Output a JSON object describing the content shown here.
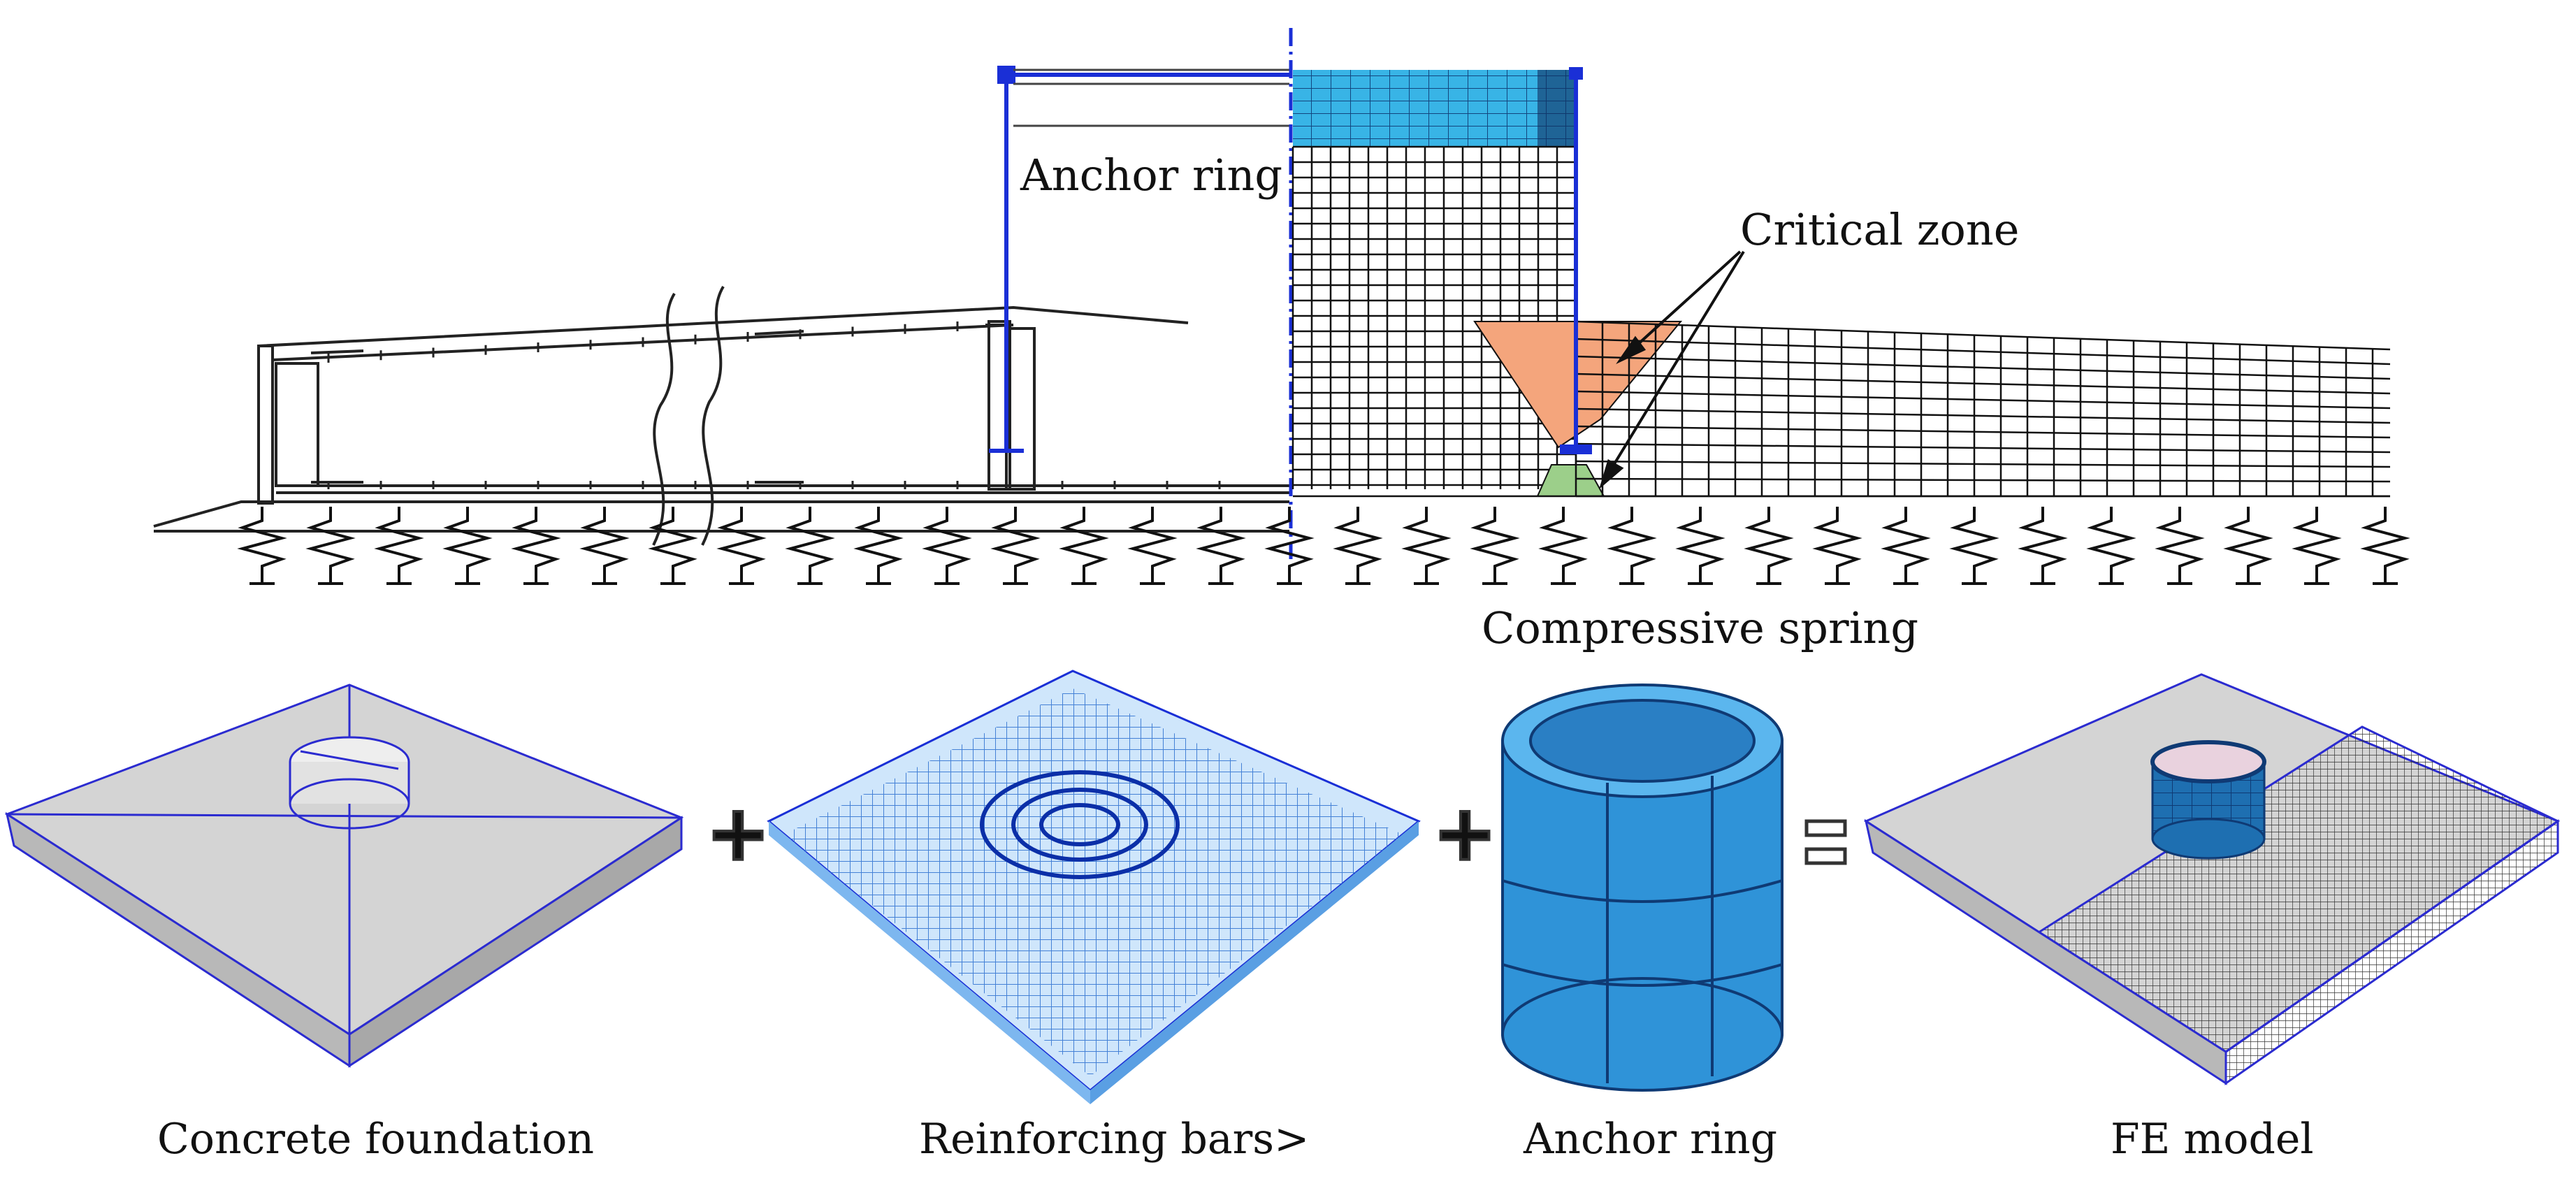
{
  "labels": {
    "anchor_ring_top": "Anchor ring",
    "critical_zone": "Critical zone",
    "compressive_spring": "Compressive spring",
    "concrete_foundation": "Concrete foundation",
    "reinforcing_bars": "Reinforcing bars>",
    "anchor_ring_bottom": "Anchor ring",
    "fe_model": "FE model"
  },
  "operators": {
    "plus_1": "+",
    "plus_2": "+",
    "equals": "="
  },
  "colors": {
    "mesh_line": "#111111",
    "anchor_blue": "#1a2fd6",
    "critical_orange": "#f4a57c",
    "critical_green": "#9ccf8a",
    "rebar_blue": "#5aa6e6",
    "ring_blue": "#2f93d8",
    "slab_grey": "#cfcfcf"
  },
  "icons": [
    "spring-icon",
    "break-symbol-icon"
  ]
}
